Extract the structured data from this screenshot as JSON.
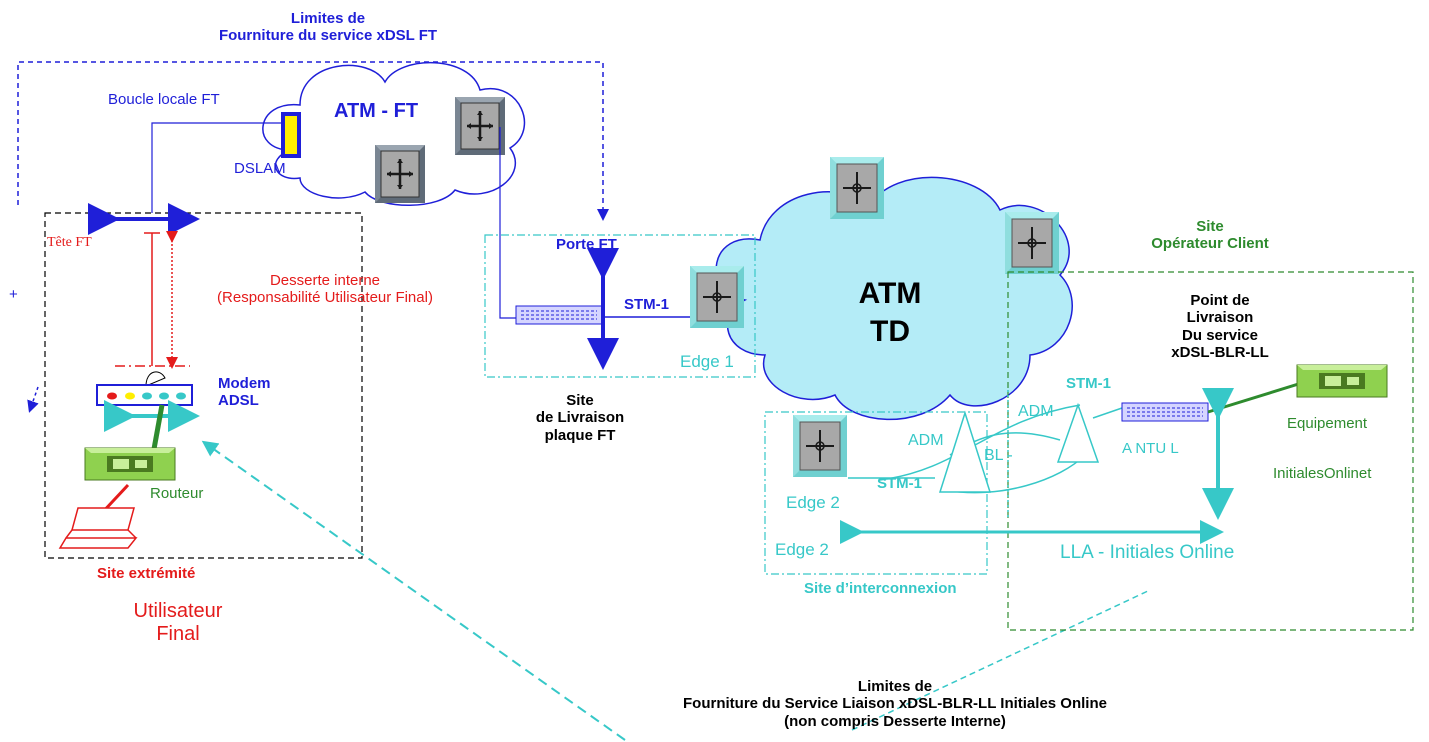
{
  "labels": {
    "limites_ft": [
      "Limites de",
      "Fourniture du service  xDSL FT"
    ],
    "boucle_locale": "Boucle locale FT",
    "atm_ft": "ATM - FT",
    "dslam": "DSLAM",
    "tete_ft": "Tête FT",
    "desserte": [
      "Desserte interne",
      "(Responsabilité Utilisateur Final)"
    ],
    "plus_sign": "+",
    "modem": [
      "Modem",
      "ADSL"
    ],
    "routeur": "Routeur",
    "site_extremite": "Site extrémité",
    "utilisateur_final": [
      "Utilisateur",
      "Final"
    ],
    "porte_ft": "Porte FT",
    "stm1_a": "STM-1",
    "edge1": "Edge 1",
    "site_livraison": [
      "Site",
      "de Livraison",
      "plaque FT"
    ],
    "atm_td": [
      "ATM",
      "TD"
    ],
    "site_operateur": [
      "Site",
      "Opérateur Client"
    ],
    "point_livraison": [
      "Point de",
      "Livraison",
      "Du service",
      "xDSL-BLR-LL"
    ],
    "stm1_b": "STM-1",
    "adm_top": "ADM",
    "adm_left": "ADM",
    "bl": "BL -",
    "antul": "A NTU L",
    "equipement": "Equipement",
    "initiales_onlinet": "InitialesOnlinet",
    "edge2_label": "Edge 2",
    "stm1_c": "STM-1",
    "edge2_lower": "Edge 2",
    "lla": "LLA - Initiales Online",
    "site_interconnexion": "Site d’interconnexion",
    "limites_bottom": [
      "Limites de",
      "Fourniture du Service Liaison xDSL-BLR-LL Initiales Online",
      "(non compris Desserte Interne)"
    ]
  },
  "colors": {
    "blue": "#1f1fd8",
    "red": "#e41b1b",
    "green": "#2e8b2e",
    "cyan": "#37c8c8",
    "cloud_fill": "#b4ecf7",
    "device_green": "#8fd14f"
  },
  "icons": [
    "atm-switch-icon",
    "dslam-icon",
    "modem-icon",
    "router-icon",
    "laptop-icon",
    "adm-triangle-icon",
    "ntu-panel-icon"
  ]
}
